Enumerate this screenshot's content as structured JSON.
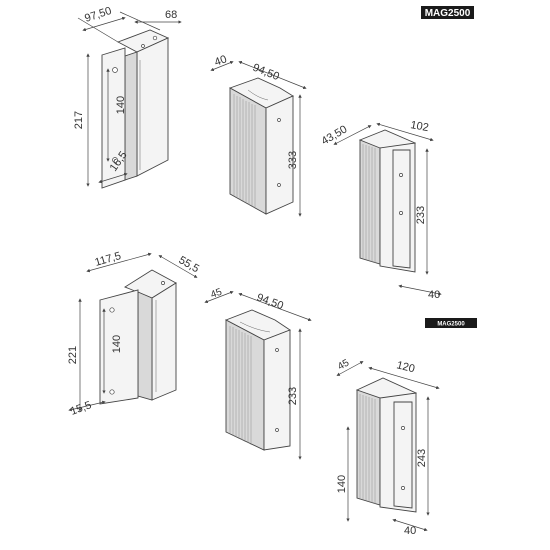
{
  "badges": {
    "top": "MAG2500",
    "middle": "MAG2500"
  },
  "drawings": {
    "d1": {
      "w": "97,50",
      "d": "68",
      "h": "217",
      "hole": "140",
      "base": "16,5"
    },
    "d2": {
      "d": "40",
      "w": "94,50",
      "h": "333"
    },
    "d3": {
      "d": "43,50",
      "w": "102",
      "h": "233",
      "base": "40"
    },
    "d4": {
      "w": "117,5",
      "d": "55,5",
      "h": "221",
      "hole": "140",
      "base": "15,5"
    },
    "d5": {
      "d": "45",
      "w": "94,50",
      "h": "233"
    },
    "d6": {
      "d": "45",
      "w": "120",
      "h": "243",
      "hole": "140",
      "base": "40"
    }
  }
}
